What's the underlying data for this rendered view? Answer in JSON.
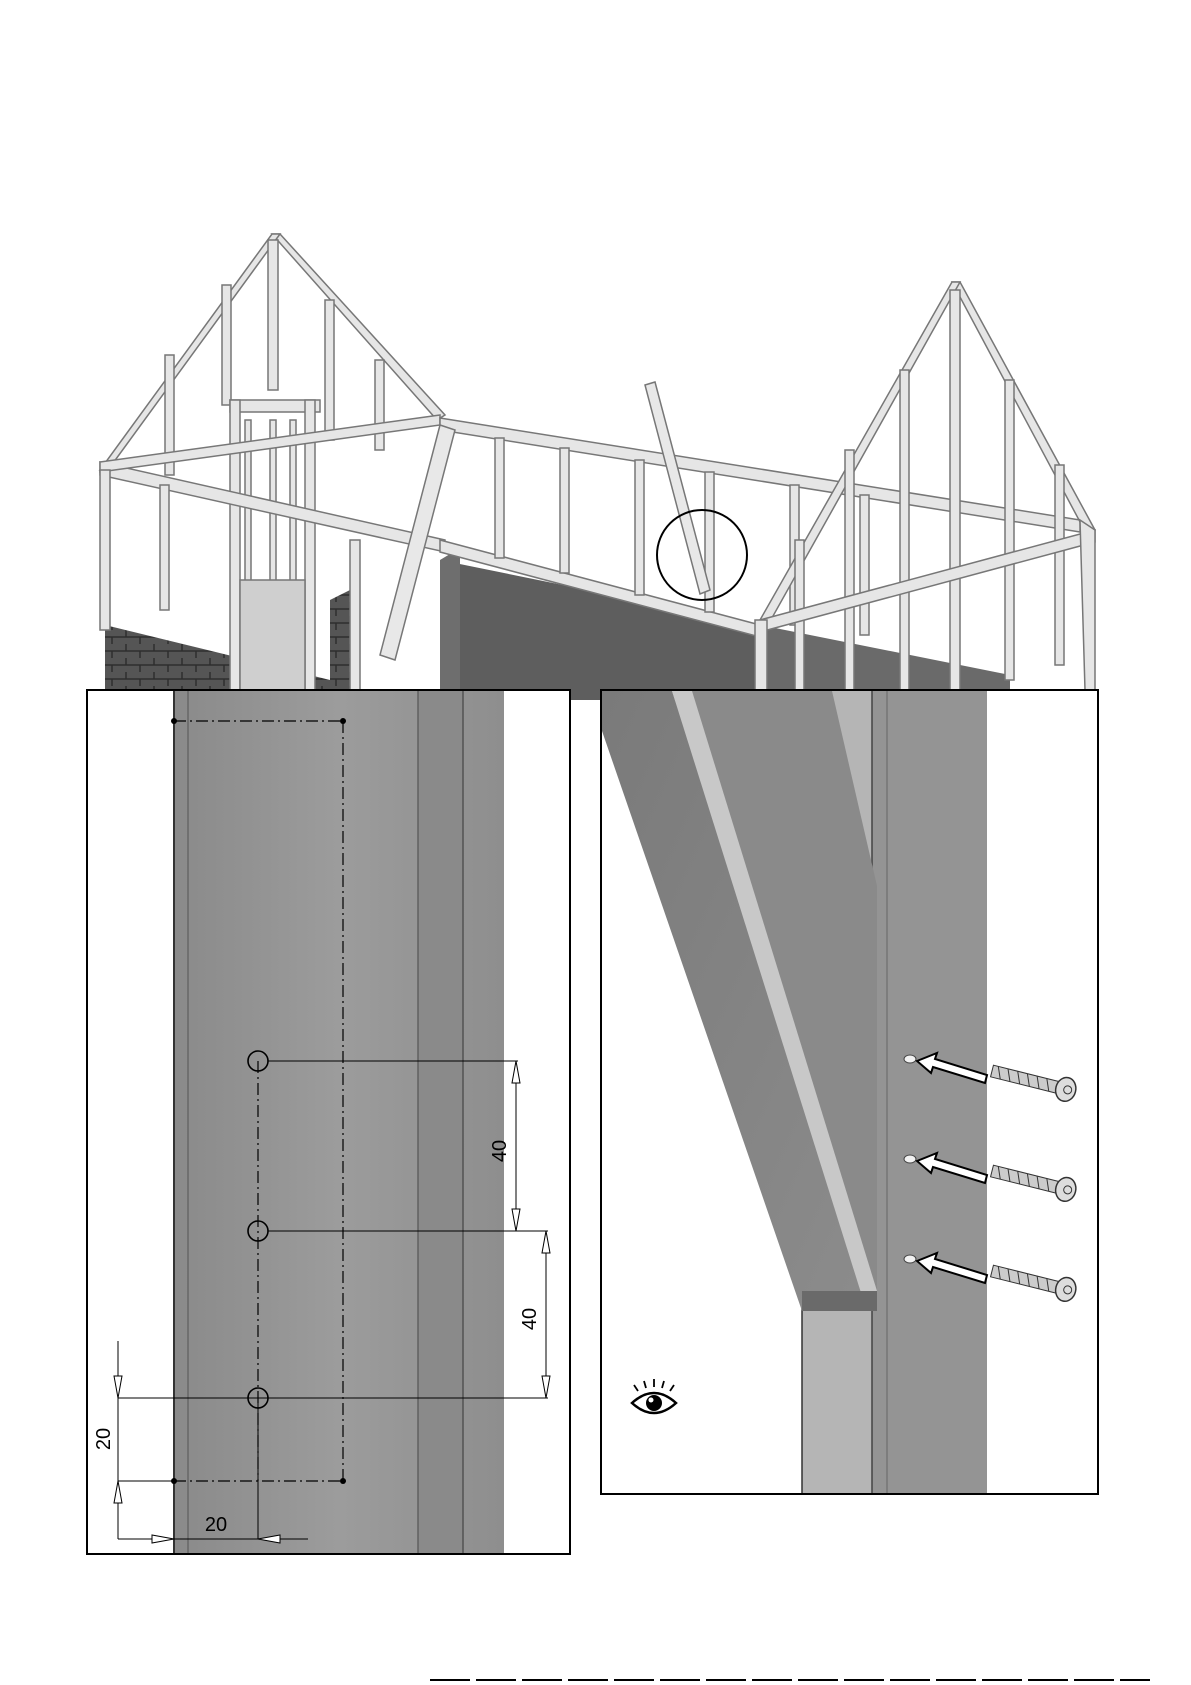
{
  "dimensions": {
    "hole_spacing_upper": "40",
    "hole_spacing_lower": "40",
    "offset_vertical": "20",
    "offset_horizontal": "20"
  },
  "detail_right": {
    "icon": "eye-icon",
    "screw_count": 3
  },
  "colors": {
    "frame_light": "#e4e4e4",
    "frame_mid": "#a8a8a8",
    "frame_dark": "#7a7a7a",
    "brick": "#4a4a4a",
    "panel_dark": "#6e6e6e",
    "dimension_line": "#000000"
  }
}
